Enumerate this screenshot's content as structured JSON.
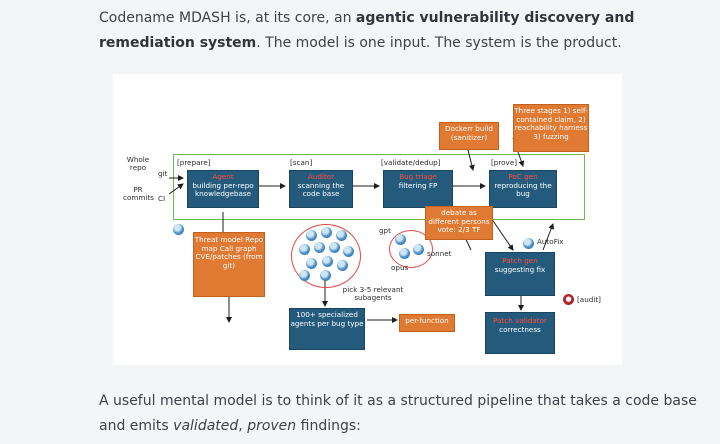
{
  "intro": {
    "prefix": "Codename MDASH is, at its core, an ",
    "bold": "agentic vulnerability discovery and remediation system",
    "suffix": ". The model is one input. The system is the product."
  },
  "outro": {
    "prefix": "A useful mental model is to think of it as a structured pipeline that takes a code base and emits ",
    "em1": "validated",
    "sep": ", ",
    "em2": "proven",
    "suffix": " findings:"
  },
  "diagram": {
    "inputs": {
      "whole_repo": "Whole repo",
      "pr_commits": "PR commits",
      "git": "git",
      "ci": "CI"
    },
    "stages": {
      "prepare": "[prepare]",
      "scan": "[scan]",
      "validate": "[validate/dedup]",
      "prove": "[prove]"
    },
    "boxes": {
      "prepare": {
        "tag": "Agent",
        "text": "building per-repo knowledgebase"
      },
      "scan": {
        "tag": "Auditor",
        "text": "scanning the code base"
      },
      "validate": {
        "tag": "Bug triage",
        "text": "filtering FP"
      },
      "prove": {
        "tag": "PoC gen",
        "text": "reproducing the bug"
      },
      "threat": "Threat model Repo map Call graph CVE/patches (from git)",
      "specialized": "100+ specialized agents per bug type",
      "per_function": "per-function",
      "docker": "Dockerr build (sanitizer)",
      "three_stages": "Three stages 1) self-contained claim, 2) reachability harness 3) fuzzing",
      "debate": "debate as different persons vote: 2/3 TF",
      "fix": {
        "tag": "Patch gen",
        "text": "suggesting fix"
      },
      "correct": {
        "tag": "Patch validator",
        "text": "correctness"
      }
    },
    "labels": {
      "pick": "pick 3-5 relevant subagents",
      "gpt": "gpt",
      "opus": "opus",
      "sonnet": "sonnet",
      "autofix": "AutoFix",
      "audit": "[audit]"
    }
  }
}
